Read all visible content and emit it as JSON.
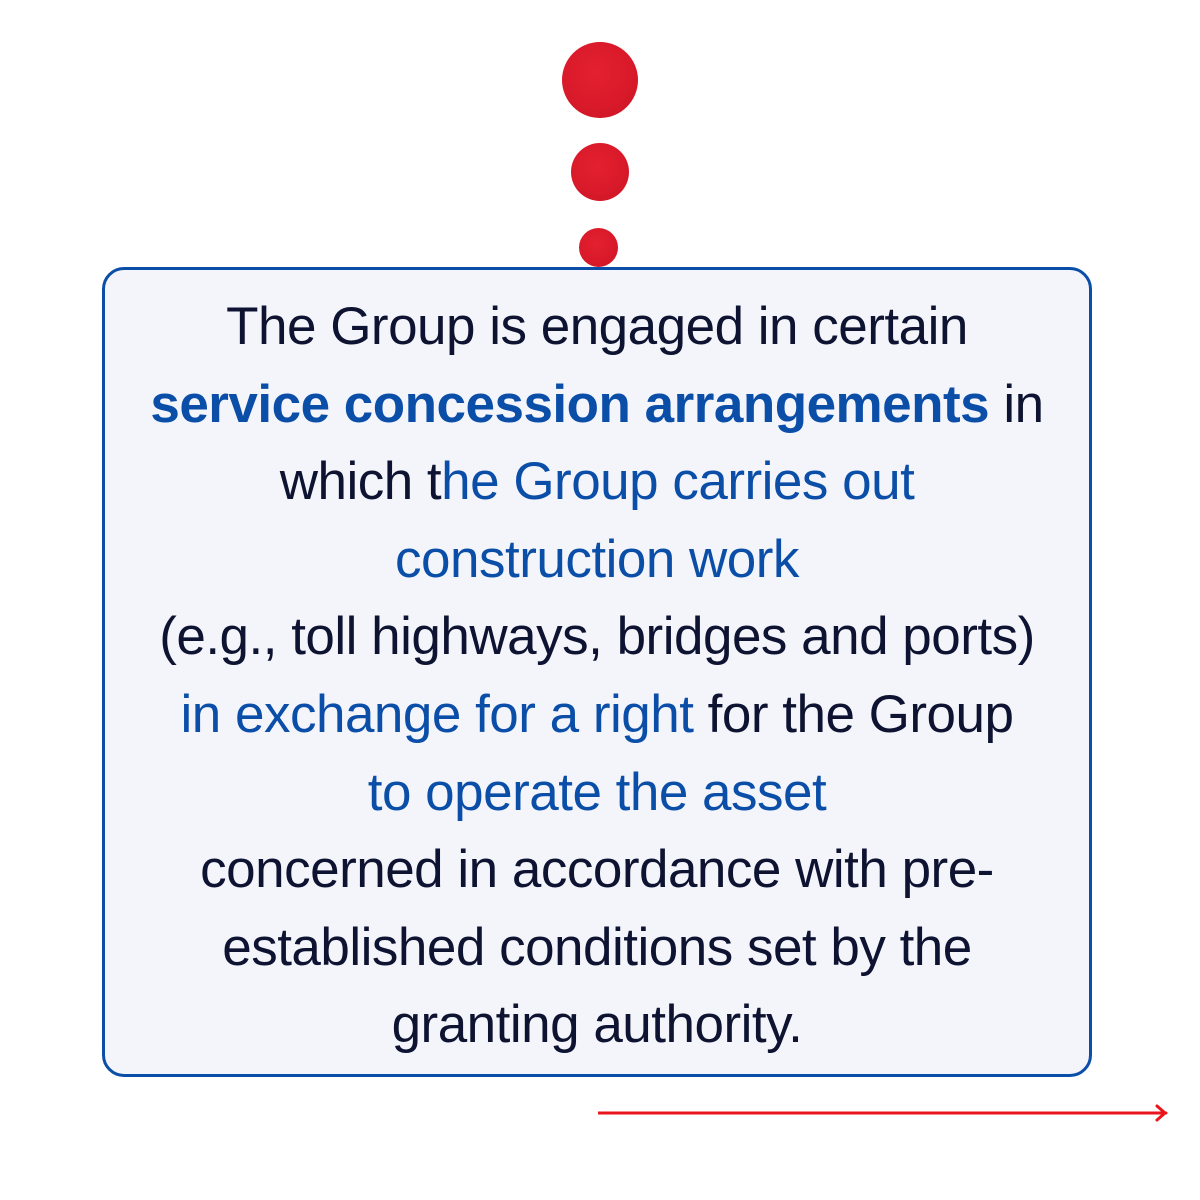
{
  "decorations": {
    "dots": [
      {
        "name": "large-red-dot",
        "color": "#d91a2a"
      },
      {
        "name": "medium-red-dot",
        "color": "#d91a2a"
      },
      {
        "name": "small-red-dot",
        "color": "#d91a2a"
      }
    ],
    "arrow": {
      "name": "right-arrow",
      "color": "#e8161c"
    }
  },
  "colors": {
    "border": "#0b4ea8",
    "highlight": "#0b4ea8",
    "text": "#0d1330",
    "box_background": "#f4f5fb"
  },
  "box": {
    "lines": [
      [
        {
          "text": "The Group is engaged in certain",
          "style": "plain"
        }
      ],
      [
        {
          "text": "service concession arrangements",
          "style": "bold-blue"
        },
        {
          "text": " in",
          "style": "plain"
        }
      ],
      [
        {
          "text": "which t",
          "style": "plain"
        },
        {
          "text": "he Group carries out",
          "style": "blue"
        }
      ],
      [
        {
          "text": "construction work",
          "style": "blue"
        }
      ],
      [
        {
          "text": "(e.g., toll highways, bridges and ports)",
          "style": "plain"
        }
      ],
      [
        {
          "text": "in exchange for a right",
          "style": "blue"
        },
        {
          "text": " for the Group",
          "style": "plain"
        }
      ],
      [
        {
          "text": "to operate the asset",
          "style": "blue"
        }
      ],
      [
        {
          "text": "concerned in accordance with pre-",
          "style": "plain"
        }
      ],
      [
        {
          "text": "established conditions set by the",
          "style": "plain"
        }
      ],
      [
        {
          "text": "granting authority.",
          "style": "plain"
        }
      ]
    ]
  }
}
